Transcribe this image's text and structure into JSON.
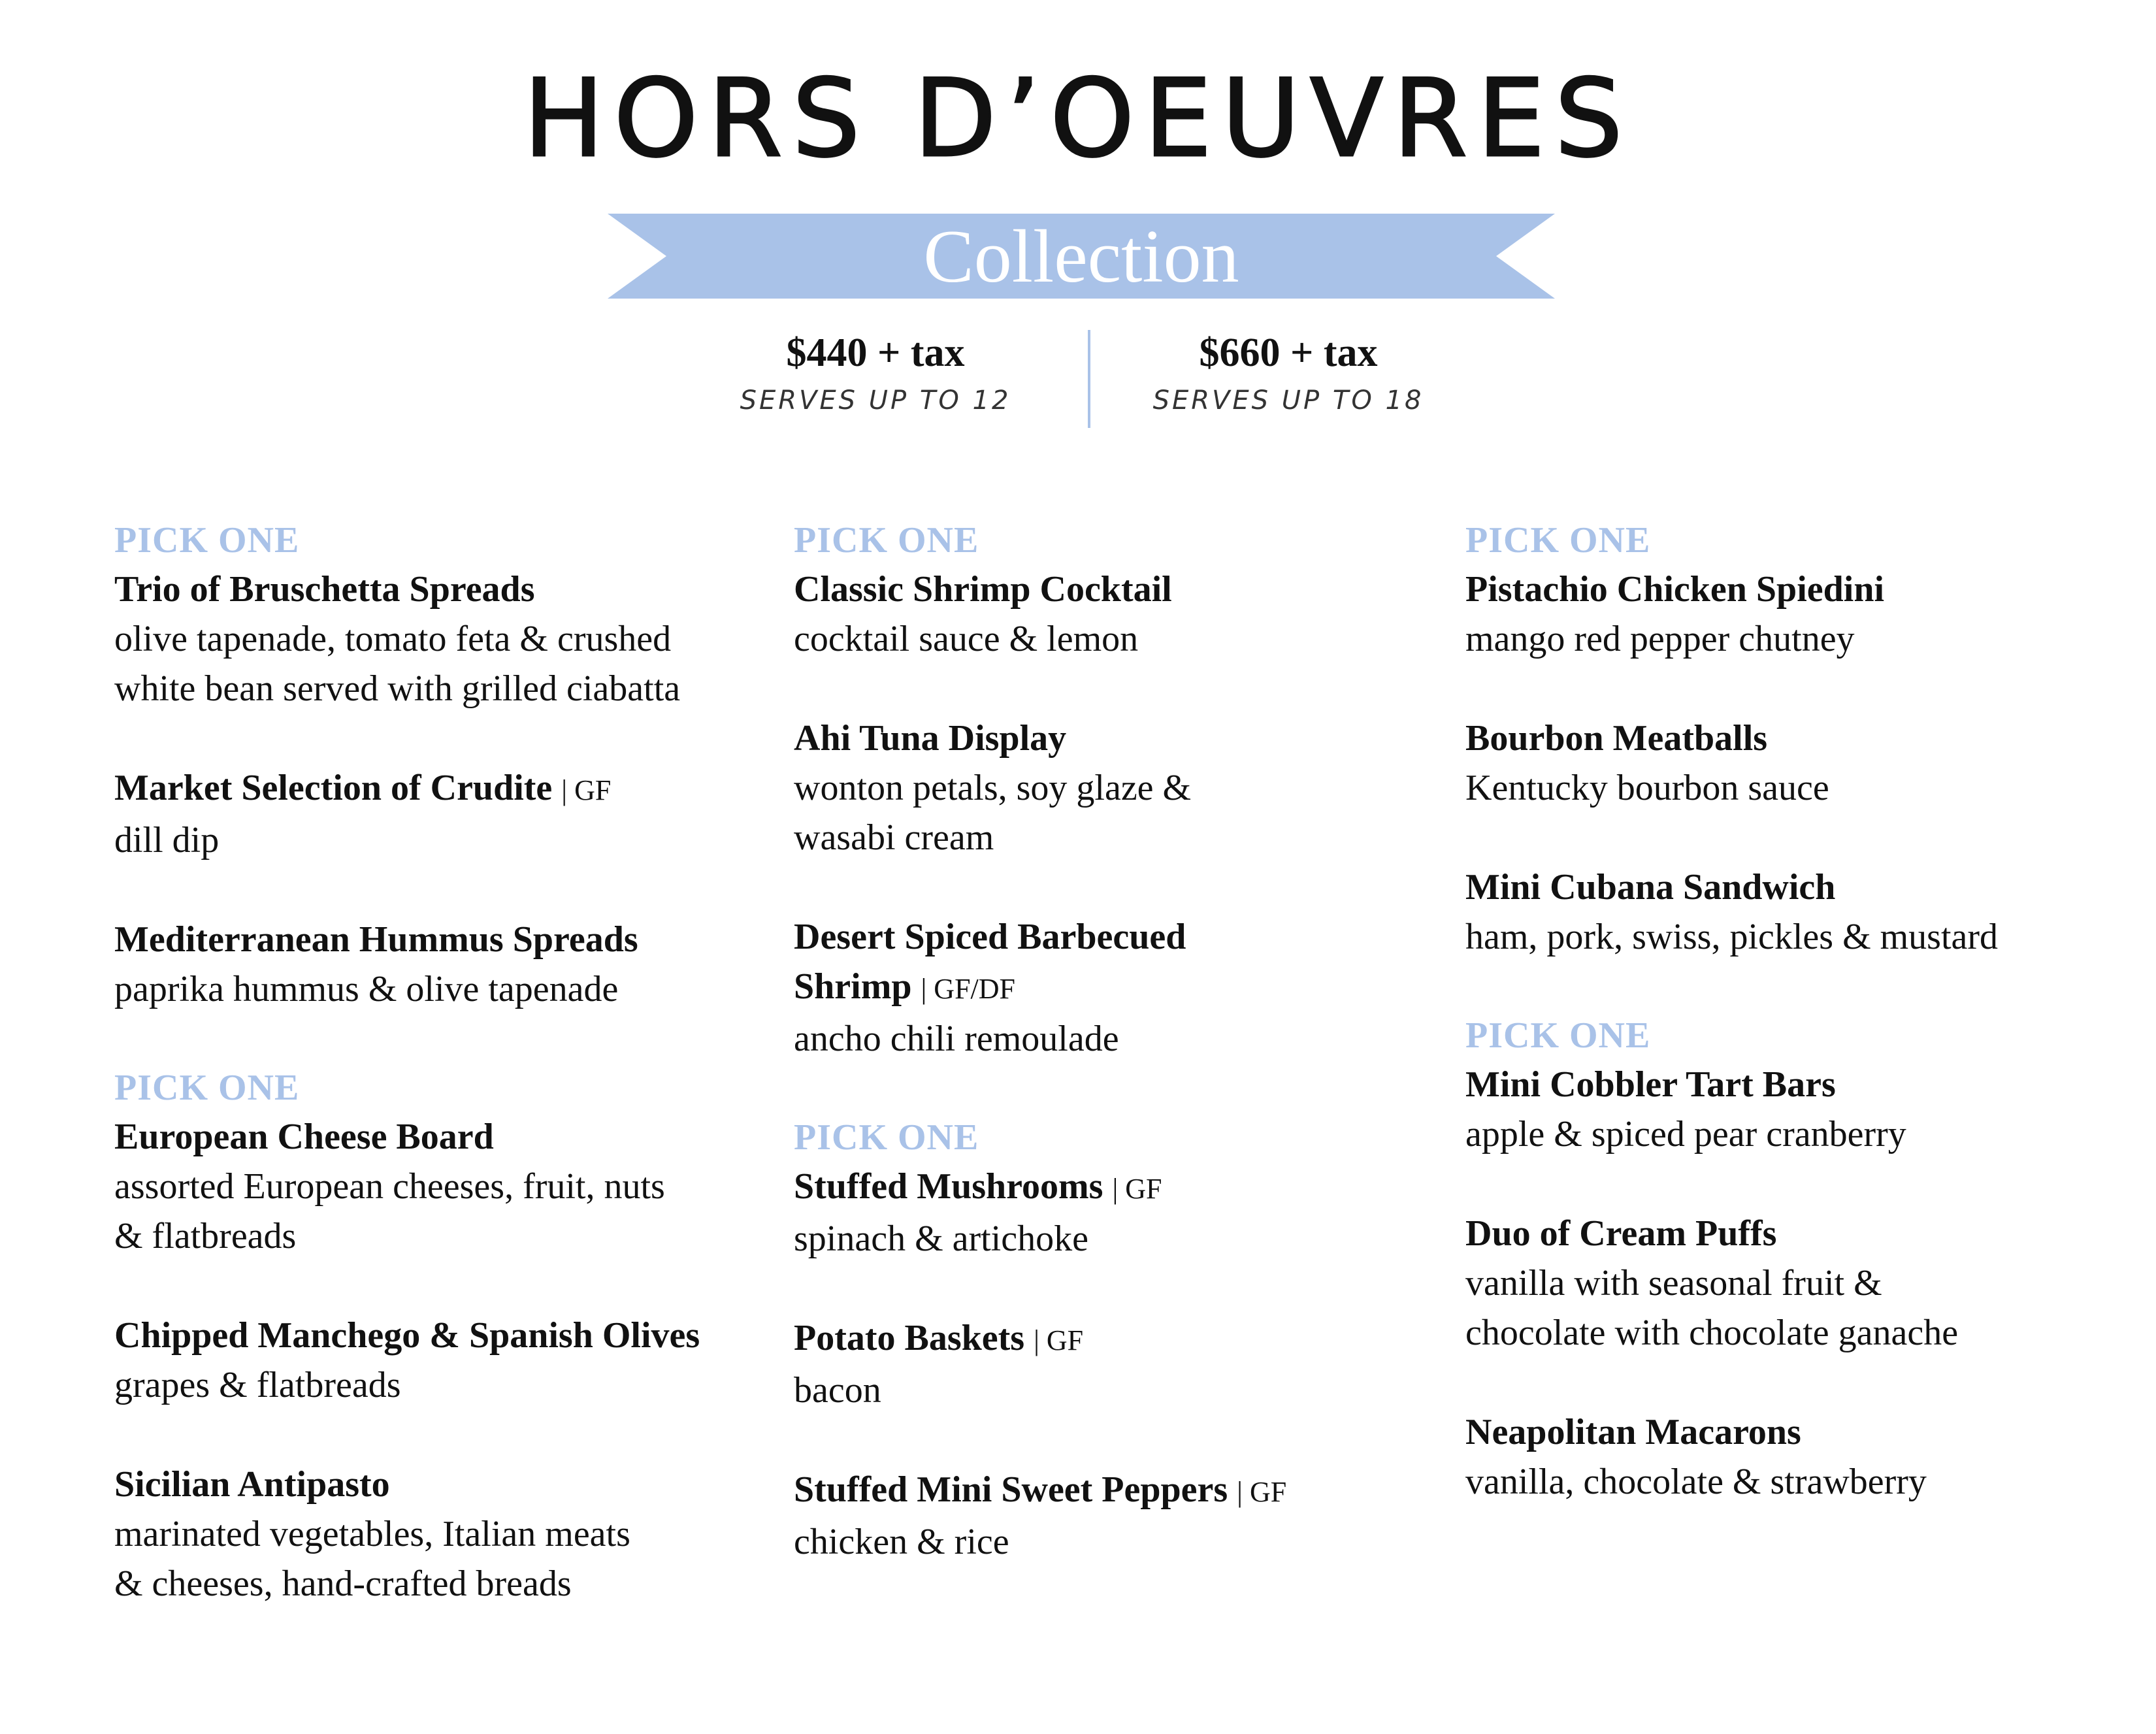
{
  "title": "HORS D’OEUVRES",
  "ribbon": {
    "text": "Collection",
    "color": "#a9c2e8"
  },
  "prices": [
    {
      "amount": "$440 + tax",
      "serves": "SERVES UP TO 12"
    },
    {
      "amount": "$660 + tax",
      "serves": "SERVES UP TO 18"
    }
  ],
  "columns": [
    {
      "groups": [
        {
          "label": "PICK ONE",
          "items": [
            {
              "name": "Trio of Bruschetta Spreads",
              "tag": "",
              "desc": [
                "olive tapenade, tomato feta & crushed",
                "white bean served with grilled ciabatta"
              ]
            },
            {
              "name": "Market Selection of Crudite",
              "tag": "| GF",
              "desc": [
                "dill dip"
              ]
            },
            {
              "name": "Mediterranean Hummus Spreads",
              "tag": "",
              "desc": [
                "paprika hummus & olive tapenade"
              ]
            }
          ]
        },
        {
          "label": "PICK ONE",
          "items": [
            {
              "name": "European Cheese Board",
              "tag": "",
              "desc": [
                "assorted European cheeses, fruit, nuts",
                "& flatbreads"
              ]
            },
            {
              "name": "Chipped Manchego & Spanish Olives",
              "tag": "",
              "desc": [
                "grapes & flatbreads"
              ]
            },
            {
              "name": "Sicilian Antipasto",
              "tag": "",
              "desc": [
                "marinated vegetables, Italian meats",
                "& cheeses, hand-crafted breads"
              ]
            }
          ]
        }
      ]
    },
    {
      "groups": [
        {
          "label": "PICK ONE",
          "items": [
            {
              "name": "Classic Shrimp Cocktail",
              "tag": "",
              "desc": [
                "cocktail sauce & lemon"
              ]
            },
            {
              "name": "Ahi Tuna Display",
              "tag": "",
              "desc": [
                "wonton petals, soy glaze &",
                "wasabi cream"
              ]
            },
            {
              "name": "Desert Spiced Barbecued Shrimp",
              "tag": "| GF/DF",
              "desc": [
                "ancho chili remoulade"
              ]
            }
          ]
        },
        {
          "label": "PICK ONE",
          "items": [
            {
              "name": "Stuffed Mushrooms",
              "tag": "| GF",
              "desc": [
                "spinach & artichoke"
              ]
            },
            {
              "name": "Potato Baskets",
              "tag": "| GF",
              "desc": [
                "bacon"
              ]
            },
            {
              "name": "Stuffed Mini Sweet Peppers",
              "tag": "| GF",
              "desc": [
                "chicken & rice"
              ]
            }
          ]
        }
      ]
    },
    {
      "groups": [
        {
          "label": "PICK ONE",
          "items": [
            {
              "name": "Pistachio Chicken Spiedini",
              "tag": "",
              "desc": [
                "mango red pepper chutney"
              ]
            },
            {
              "name": "Bourbon Meatballs",
              "tag": "",
              "desc": [
                "Kentucky bourbon sauce"
              ]
            },
            {
              "name": "Mini Cubana Sandwich",
              "tag": "",
              "desc": [
                "ham, pork, swiss, pickles & mustard"
              ]
            }
          ]
        },
        {
          "label": "PICK ONE",
          "items": [
            {
              "name": "Mini Cobbler Tart Bars",
              "tag": "",
              "desc": [
                "apple & spiced pear cranberry"
              ]
            },
            {
              "name": "Duo of Cream Puffs",
              "tag": "",
              "desc": [
                "vanilla with seasonal fruit &",
                "chocolate with chocolate ganache"
              ]
            },
            {
              "name": "Neapolitan Macarons",
              "tag": "",
              "desc": [
                "vanilla, chocolate & strawberry"
              ]
            }
          ]
        }
      ]
    }
  ]
}
